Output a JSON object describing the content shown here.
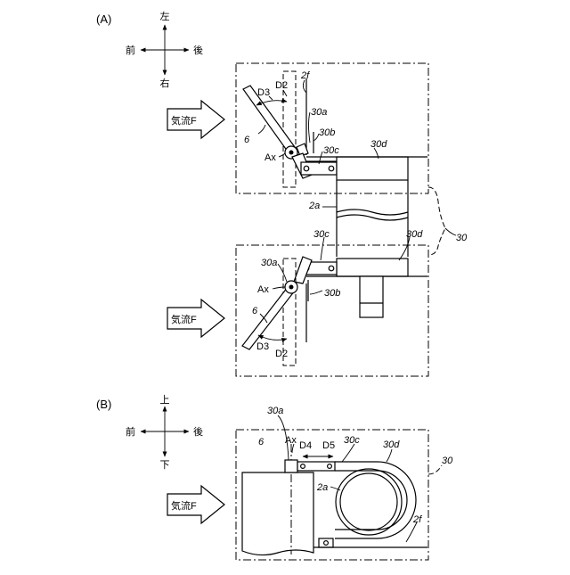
{
  "figure_a": {
    "label": "(A)",
    "compass": {
      "up": "左",
      "down": "右",
      "left": "前",
      "right": "後"
    },
    "top_detail": {
      "airflow": "気流F",
      "labels": {
        "d3": "D3",
        "d2": "D2",
        "f2": "2f",
        "a30": "30a",
        "b30": "30b",
        "c30": "30c",
        "d30": "30d",
        "six": "6",
        "ax": "Ax"
      }
    },
    "middle": {
      "a2": "2a",
      "thirty": "30"
    },
    "bottom_detail": {
      "airflow": "気流F",
      "labels": {
        "c30": "30c",
        "d30": "30d",
        "a30": "30a",
        "ax": "Ax",
        "b30": "30b",
        "six": "6",
        "d3": "D3",
        "d2": "D2"
      }
    }
  },
  "figure_b": {
    "label": "(B)",
    "compass": {
      "up": "上",
      "down": "下",
      "left": "前",
      "right": "後"
    },
    "airflow": "気流F",
    "labels": {
      "a30": "30a",
      "ax": "Ax",
      "d4": "D4",
      "d5": "D5",
      "c30": "30c",
      "d30": "30d",
      "thirty": "30",
      "six": "6",
      "a2": "2a",
      "f2": "2f"
    }
  }
}
